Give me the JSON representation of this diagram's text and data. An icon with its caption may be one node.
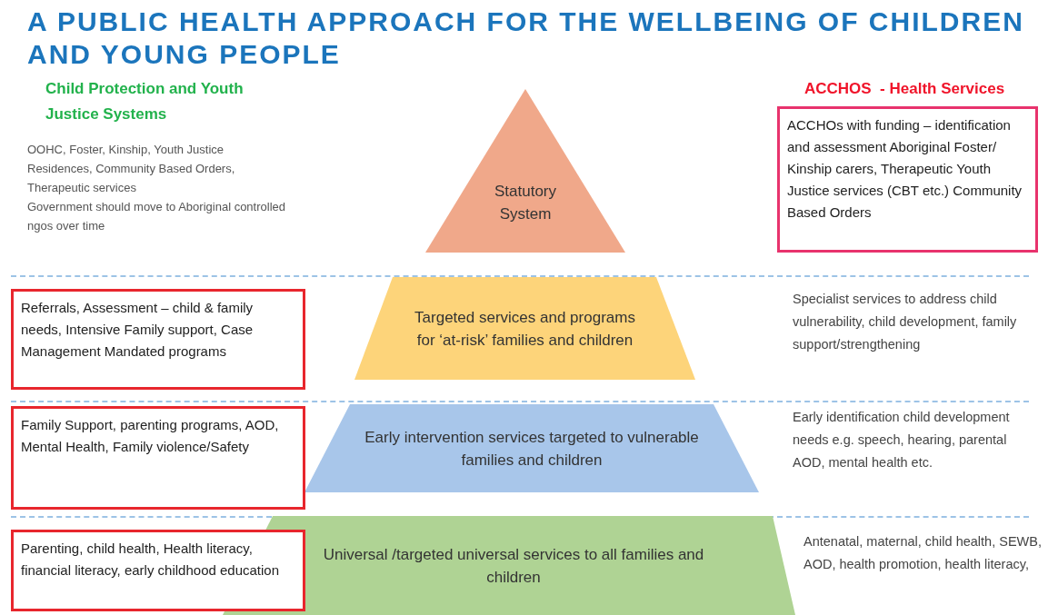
{
  "diagram": {
    "title": "A PUBLIC HEALTH APPROACH FOR THE WELLBEING OF CHILDREN AND YOUNG PEOPLE",
    "nodes": [
      {
        "text": [
          "Statutory System"
        ]
      },
      {
        "text": [
          "Targeted services and programs for ‘at-risk’ families and children"
        ]
      },
      {
        "text": [
          "Early intervention services targeted to vulnerable families and children"
        ]
      },
      {
        "text": [
          "Universal /targeted universal services to all families and children"
        ]
      },
      {
        "text": [
          "ACCHOs with funding – identification and assessment Aboriginal Foster/ Kinship carers, Therapeutic Youth Justice services (CBT etc.) Community Based Orders"
        ]
      },
      {
        "text": [
          "Referrals, Assessment – child & family needs, Intensive Family support, Case Management Mandated programs"
        ]
      },
      {
        "text": [
          "Family Support, parenting programs, AOD, Mental Health, Family violence/Safety"
        ]
      },
      {
        "text": [
          "Parenting, child health, Health literacy, financial literacy, early childhood education"
        ]
      }
    ],
    "labels": [
      "Child Protection and Youth Justice Systems",
      "ACCHOS  - Health Services",
      "OOHC, Foster, Kinship, Youth Justice Residences, Community Based Orders, Therapeutic services",
      "Government should move to Aboriginal controlled ngos over time",
      "Specialist services to address child vulnerability, child development, family support/strengthening",
      "Early identification child development needs e.g. speech, hearing, parental AOD, mental health etc.",
      "Antenatal, maternal, child health, SEWB, AOD, health promotion, health literacy,"
    ]
  }
}
